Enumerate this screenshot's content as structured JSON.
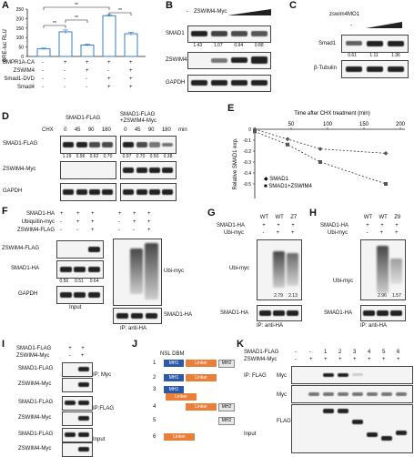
{
  "panels": {
    "A": {
      "label": "A",
      "chart_data": {
        "type": "bar",
        "ylabel": "BRE-luc RLU",
        "ylim": [
          0,
          250
        ],
        "yticks": [
          "0",
          "50",
          "100",
          "150",
          "200",
          "250"
        ],
        "values": [
          40,
          130,
          60,
          215,
          120
        ],
        "errors": [
          4,
          10,
          5,
          6,
          8
        ],
        "sig_marks": [
          "**",
          "**",
          "**",
          "**"
        ],
        "row_labels": [
          "BMPR1A-CA",
          "ZSWIM4",
          "Smad1-DVD",
          "Smad4"
        ],
        "row_signs": [
          [
            "-",
            "+",
            "+",
            "+",
            "+"
          ],
          [
            "-",
            "-",
            "+",
            "-",
            "+"
          ],
          [
            "-",
            "-",
            "-",
            "+",
            "+"
          ],
          [
            "-",
            "-",
            "-",
            "+",
            "+"
          ]
        ]
      }
    },
    "B": {
      "label": "B",
      "top_label": "ZSWIM4-Myc",
      "minus": "-",
      "rows": [
        "SMAD1",
        "ZSWIM4-Myc",
        "GAPDH"
      ],
      "quant": [
        "1.43",
        "1.07",
        "0.94",
        "0.88"
      ]
    },
    "C": {
      "label": "C",
      "top_label": "zswim4MO1",
      "minus": "-",
      "rows": [
        "Smad1",
        "β-Tubulin"
      ],
      "quant": [
        "0.61",
        "1.11",
        "1.36"
      ]
    },
    "D": {
      "label": "D",
      "groups": [
        "SMAD1-FLAG",
        "SMAD1-FLAG\n+ZSWIM4-Myc"
      ],
      "chx_label": "CHX",
      "times": [
        "0",
        "45",
        "90",
        "180"
      ],
      "unit": "min",
      "rows": [
        "SMAD1-FLAG",
        "ZSWIM4-Myc",
        "GAPDH"
      ],
      "quant1": [
        "1.19",
        "0.96",
        "0.62",
        "0.70"
      ],
      "quant2": [
        "0.97",
        "0.70",
        "0.50",
        "0.38"
      ]
    },
    "E": {
      "label": "E",
      "chart_data": {
        "type": "scatter",
        "title": "Time after CHX treatment (min)",
        "ylabel": "Relative SMAD1 exp.",
        "xticks": [
          "50",
          "100",
          "150",
          "200"
        ],
        "yticks": [
          "0",
          "-0.1",
          "-0.2",
          "-0.3",
          "-0.4",
          "-0.5"
        ],
        "xlim": [
          0,
          200
        ],
        "ylim": [
          -0.6,
          0
        ],
        "series": [
          {
            "name": "SMAD1",
            "marker": "◆",
            "x": [
              0,
              45,
              90,
              180
            ],
            "y": [
              0,
              -0.09,
              -0.18,
              -0.22
            ]
          },
          {
            "name": "SMAD1+ZSWIM4",
            "marker": "■",
            "x": [
              0,
              45,
              90,
              180
            ],
            "y": [
              -0.02,
              -0.14,
              -0.3,
              -0.5
            ]
          }
        ]
      }
    },
    "F": {
      "label": "F",
      "row_labels": [
        "SMAD1-HA",
        "Ubiquitin-myc",
        "ZSWIM4-FLAG"
      ],
      "signs_left": [
        [
          "+",
          "+",
          "+"
        ],
        [
          "-",
          "+",
          "+"
        ],
        [
          "-",
          "-",
          "+"
        ]
      ],
      "signs_right": [
        [
          "+",
          "+",
          "+"
        ],
        [
          "-",
          "+",
          "+"
        ],
        [
          "-",
          "-",
          "+"
        ]
      ],
      "blot_rows": [
        "ZSWIM4-FLAG",
        "SMAD1-HA",
        "GAPDH"
      ],
      "quant": [
        "0.56",
        "0.51",
        "0.64"
      ],
      "input": "Input",
      "ubi": "Ubi-myc",
      "ip_row": "SMAD1-HA",
      "ip": "IP: anti-HA"
    },
    "G": {
      "label": "G",
      "cols": [
        "WT",
        "WT",
        "Z7"
      ],
      "row_labels": [
        "SMAD1-HA",
        "Ubi-myc"
      ],
      "signs": [
        [
          "+",
          "+",
          "+"
        ],
        [
          "-",
          "+",
          "+"
        ]
      ],
      "ubi": "Ubi-myc",
      "quant": [
        "2.79",
        "2.13"
      ],
      "ip_row": "SMAD1-HA",
      "ip": "IP: anti-HA"
    },
    "H": {
      "label": "H",
      "cols": [
        "WT",
        "WT",
        "Z9"
      ],
      "row_labels": [
        "SMAD1-HA",
        "Ubi-myc"
      ],
      "signs": [
        [
          "+",
          "+",
          "+"
        ],
        [
          "-",
          "+",
          "+"
        ]
      ],
      "ubi": "Ubi-myc",
      "quant": [
        "2.96",
        "1.57"
      ],
      "ip_row": "SMAD1-HA",
      "ip": "IP: anti-HA"
    },
    "I": {
      "label": "I",
      "row_labels": [
        "SMAD1-FLAG",
        "ZSWIM4-Myc"
      ],
      "signs": [
        [
          "+",
          "+"
        ],
        [
          "-",
          "+"
        ]
      ],
      "blot_rows": [
        "SMAD1-FLAG",
        "ZSWIM4-Myc",
        "SMAD1-FLAG",
        "ZSWIM4-Myc",
        "SMAD1-FLAG",
        "ZSWIM4-Myc"
      ],
      "ip_myc": "IP: Myc",
      "ip_flag": "IP:FLAG",
      "input": "Input"
    },
    "J": {
      "label": "J",
      "header": "NSL DBM",
      "mh1": "MH1",
      "linker": "Linker",
      "mh2": "MH2",
      "numbers": [
        "1",
        "2",
        "3",
        "4",
        "5",
        "6"
      ]
    },
    "K": {
      "label": "K",
      "row_labels": [
        "SMAD1-FLAG",
        "ZSWIM4-Myc"
      ],
      "signs": [
        [
          "-",
          "-",
          "1",
          "2",
          "3",
          "4",
          "5",
          "6"
        ],
        [
          "-",
          "+",
          "+",
          "+",
          "+",
          "+",
          "+",
          "+"
        ]
      ],
      "ip": "IP: FLAG",
      "myc": "Myc",
      "flag": "FLAG",
      "input": "Input"
    }
  }
}
